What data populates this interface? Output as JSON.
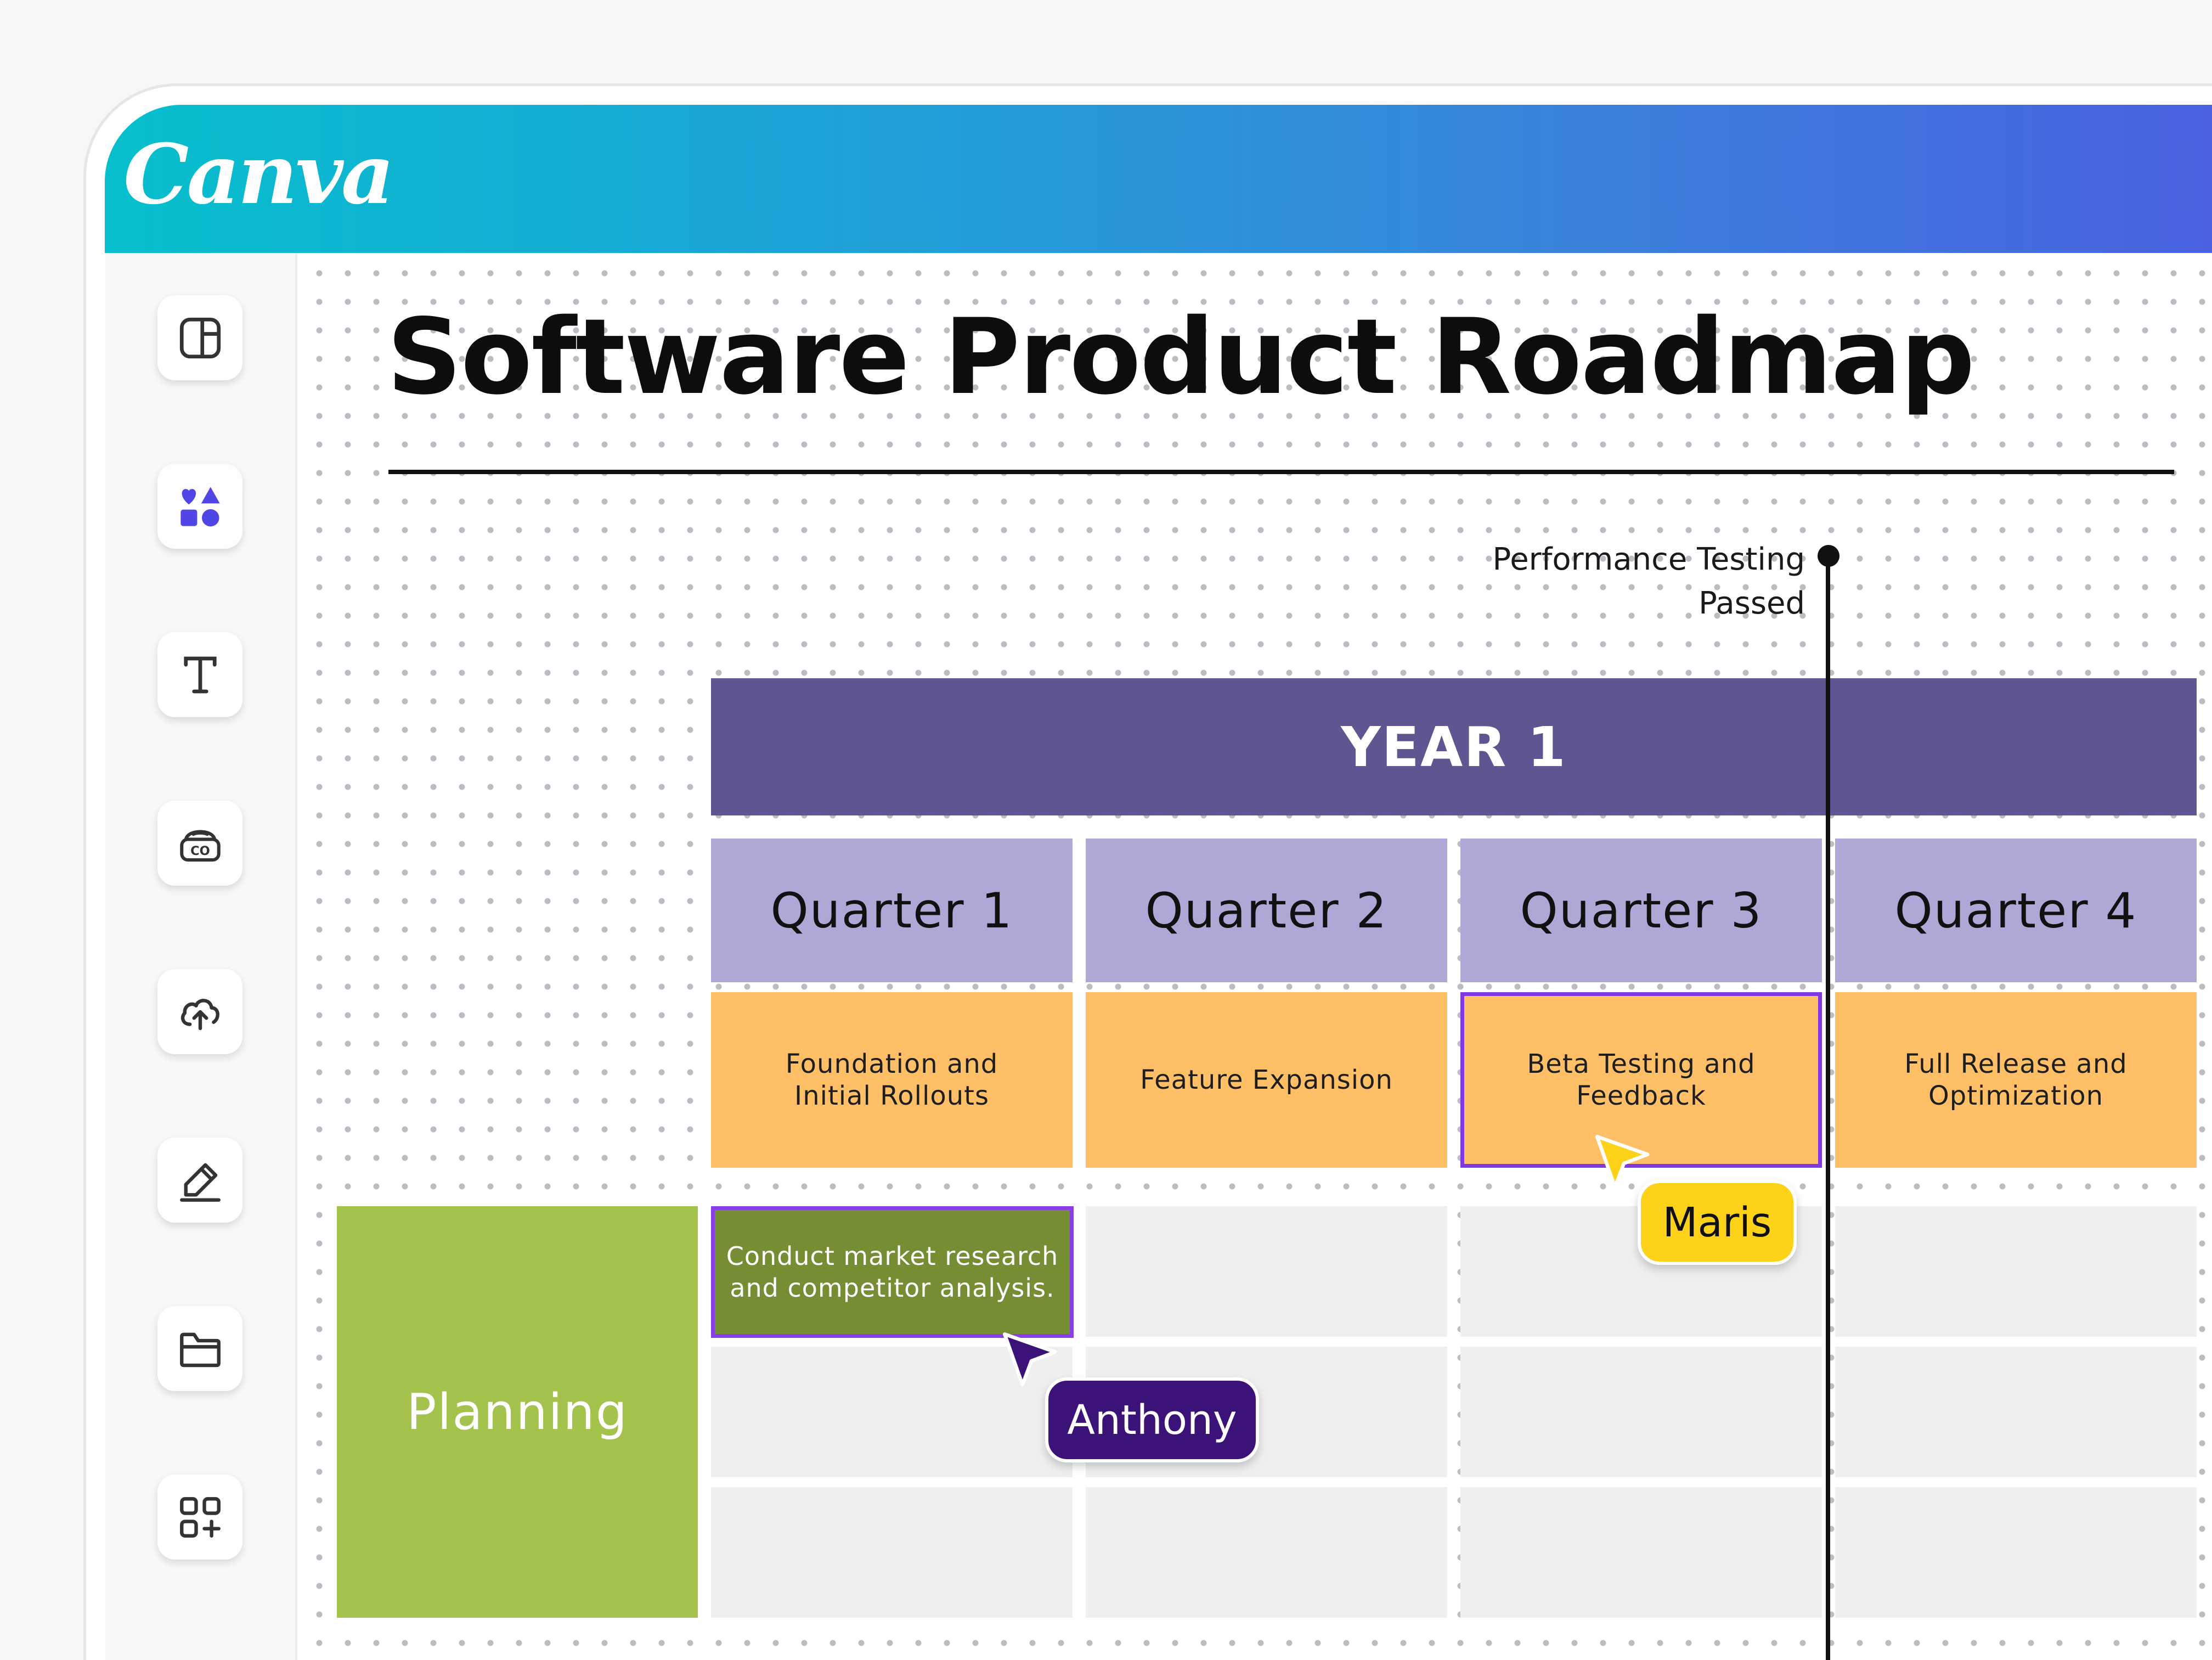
{
  "app": {
    "logo_text": "Canva"
  },
  "sidebar": {
    "tools": [
      {
        "name": "design-icon"
      },
      {
        "name": "elements-icon"
      },
      {
        "name": "text-icon"
      },
      {
        "name": "brand-icon"
      },
      {
        "name": "uploads-icon"
      },
      {
        "name": "draw-icon"
      },
      {
        "name": "projects-icon"
      },
      {
        "name": "apps-icon"
      }
    ],
    "accent_color": "#4f46e5"
  },
  "document": {
    "title": "Software Product Roadmap",
    "milestone": {
      "line1": "Performance Testing",
      "line2": "Passed"
    },
    "year": "YEAR 1",
    "quarters": [
      "Quarter 1",
      "Quarter 2",
      "Quarter 3",
      "Quarter 4"
    ],
    "phases": [
      "Foundation and Initial Rollouts",
      "Feature Expansion",
      "Beta Testing and Feedback",
      "Full Release and Optimization"
    ],
    "row_label": "Planning",
    "task": "Conduct market research and competitor analysis."
  },
  "collaborators": [
    {
      "name": "Maris",
      "color": "#ffd21a"
    },
    {
      "name": "Anthony",
      "color": "#3b1278"
    }
  ],
  "colors": {
    "year_bar": "#5d5690",
    "quarter": "#ada8d5",
    "phase": "#ffbf66",
    "row_label": "#a3c34c",
    "task": "#758d33",
    "selection": "#8a3fe6"
  }
}
